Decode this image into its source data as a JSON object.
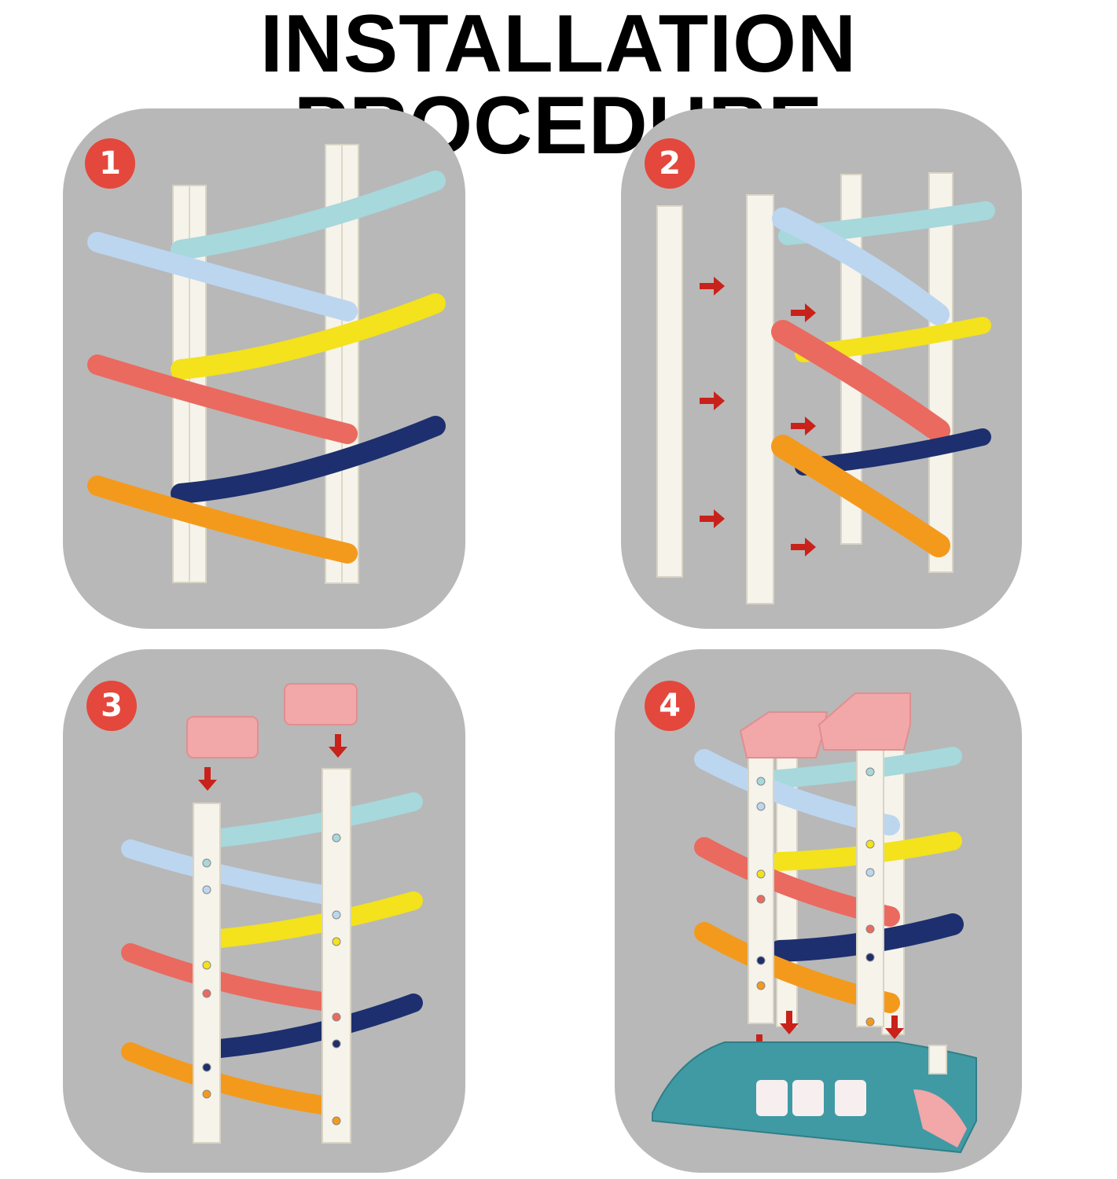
{
  "heading": {
    "title": "INSTALLATION PROCEDURE"
  },
  "steps": [
    {
      "number": "1"
    },
    {
      "number": "2"
    },
    {
      "number": "3"
    },
    {
      "number": "4"
    }
  ],
  "colors": {
    "panel": "#b8b8b8",
    "badge": "#e4473c",
    "post": "#f6f3ea",
    "track_teal": "#a6d8dc",
    "track_lightblue": "#bcd6f0",
    "track_yellow": "#f3e21c",
    "track_red": "#ea6a5f",
    "track_navy": "#1d2f6e",
    "track_orange": "#f39a1c",
    "roof_pink": "#f2a7a8",
    "garage_teal": "#3f9aa4",
    "arrow": "#c8221b"
  },
  "icons": [
    "step-badge",
    "red-arrow-icon",
    "track-piece",
    "post",
    "roof-cap",
    "garage-base"
  ]
}
